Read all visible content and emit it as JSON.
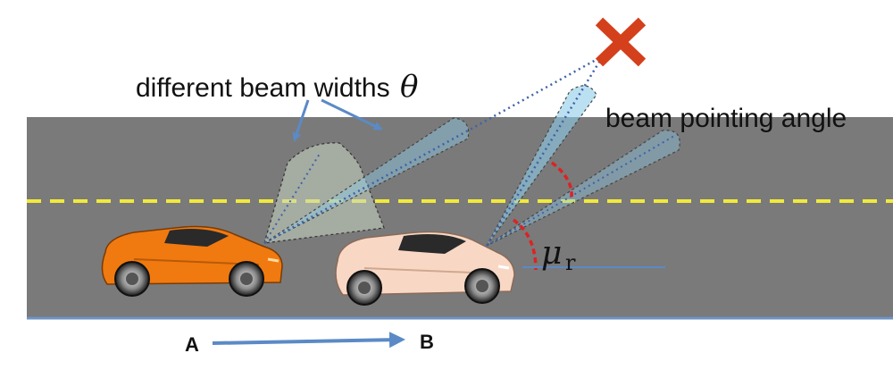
{
  "labels": {
    "beam_widths": "different beam widths",
    "theta": "θ",
    "pointing_angle": "beam pointing angle",
    "mu": "μ",
    "mu_sub": "r",
    "point_a": "A",
    "point_b": "B"
  },
  "colors": {
    "road": "#7a7a7a",
    "lane_marking": "#f2ea3a",
    "road_edge": "#6f93c4",
    "arrow": "#5b8ac6",
    "beam_fill": "#8ecbe8",
    "wide_beam_fill": "#c8d6c2",
    "angle_arc": "#dd2222",
    "target_cross": "#d4401c",
    "car_a_body": "#f07a10",
    "car_b_body": "#f8d8c4"
  },
  "icons": {
    "target": "cross-icon",
    "car_a": "sports-car-icon",
    "car_b": "sports-car-icon"
  }
}
